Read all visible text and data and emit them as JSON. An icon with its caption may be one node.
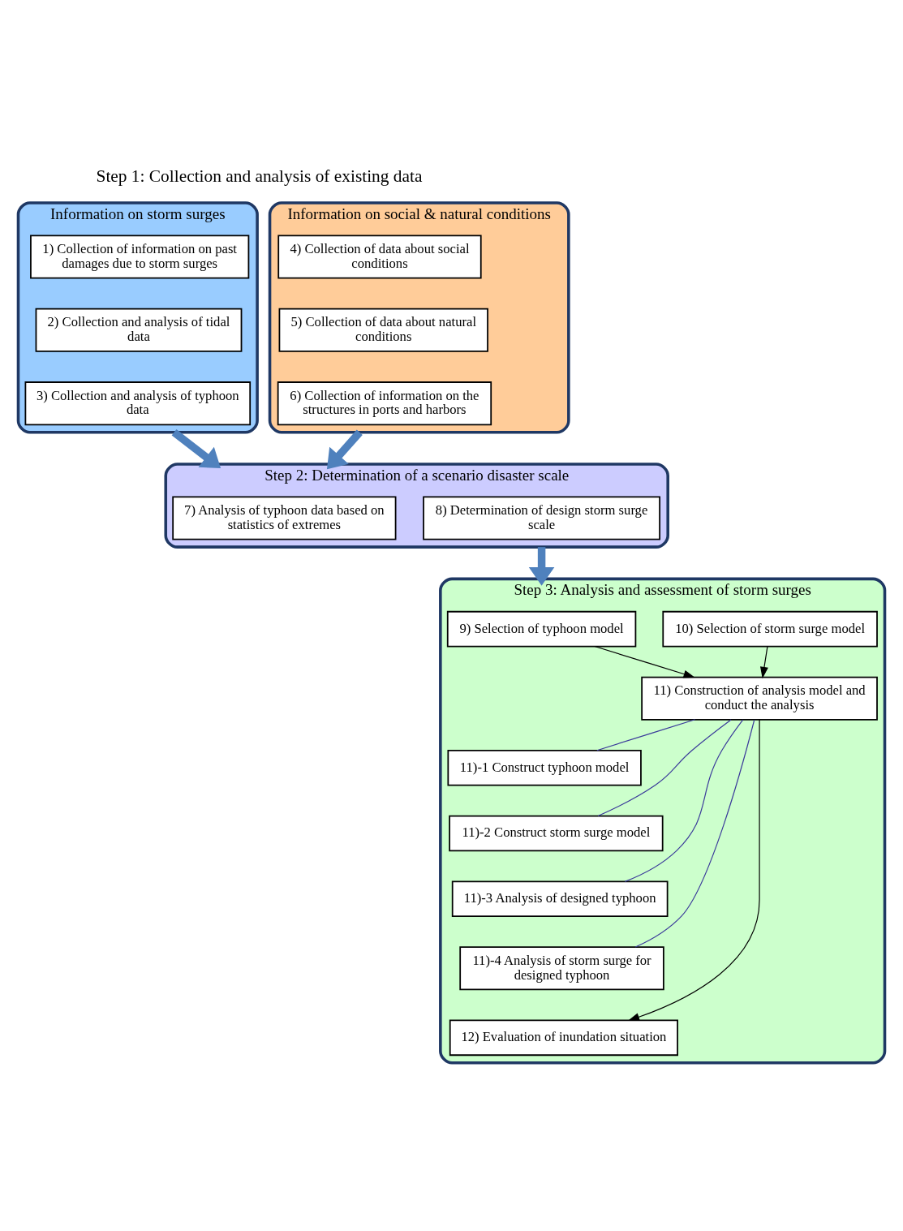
{
  "diagram": {
    "nodes": [
      {
        "text": [
          "Information on storm surges"
        ]
      },
      {
        "text": [
          "1) Collection of information on past damages due to storm surges"
        ],
        "in": 0
      },
      {
        "text": [
          "2) Collection and analysis of tidal data"
        ],
        "in": 0
      },
      {
        "text": [
          "3) Collection and analysis of typhoon data"
        ],
        "in": 0
      },
      {
        "text": [
          "Information on social & natural conditions"
        ]
      },
      {
        "text": [
          "4) Collection of data about social conditions"
        ],
        "in": 4
      },
      {
        "text": [
          "5) Collection of data about natural conditions"
        ],
        "in": 4
      },
      {
        "text": [
          "6) Collection of information on the structures in ports and harbors"
        ],
        "in": 4
      },
      {
        "text": [
          "Step 2: Determination of a scenario disaster scale"
        ]
      },
      {
        "text": [
          "7) Analysis of typhoon data based on statistics of extremes"
        ],
        "in": 8
      },
      {
        "text": [
          "8) Determination of design storm surge scale"
        ],
        "in": 8
      },
      {
        "text": [
          "Step 3: Analysis and assessment of storm surges"
        ]
      },
      {
        "text": [
          "9) Selection of typhoon model"
        ],
        "in": 11
      },
      {
        "text": [
          "10) Selection of storm surge model"
        ],
        "in": 11
      },
      {
        "text": [
          "11) Construction of analysis model and conduct the analysis"
        ],
        "in": 11
      },
      {
        "text": [
          "11)-1 Construct typhoon model"
        ],
        "in": 11
      },
      {
        "text": [
          "11)-2 Construct storm surge model"
        ],
        "in": 11
      },
      {
        "text": [
          "11)-3 Analysis of designed typhoon"
        ],
        "in": 11
      },
      {
        "text": [
          "11)-4 Analysis of storm surge for designed typhoon"
        ],
        "in": 11
      },
      {
        "text": [
          "12) Evaluation of inundation situation"
        ],
        "in": 11
      }
    ],
    "edges": [
      {
        "from": 0,
        "to": 8,
        "arrow": "to",
        "style": "thick",
        "color": "#4f81bd"
      },
      {
        "from": 4,
        "to": 8,
        "arrow": "to",
        "style": "thick",
        "color": "#4f81bd"
      },
      {
        "from": 8,
        "to": 11,
        "arrow": "to",
        "style": "thick",
        "color": "#4f81bd"
      },
      {
        "from": 12,
        "to": 14,
        "arrow": "to",
        "color": "#000000"
      },
      {
        "from": 13,
        "to": 14,
        "arrow": "to",
        "color": "#000000"
      },
      {
        "from": 14,
        "to": 15,
        "arrow": "none"
      },
      {
        "from": 14,
        "to": 16,
        "arrow": "none"
      },
      {
        "from": 14,
        "to": 17,
        "arrow": "none"
      },
      {
        "from": 14,
        "to": 18,
        "arrow": "none"
      },
      {
        "from": 14,
        "to": 19,
        "arrow": "to",
        "color": "#000000"
      }
    ],
    "labels": [
      "Step 1: Collection and analysis of existing data"
    ]
  }
}
